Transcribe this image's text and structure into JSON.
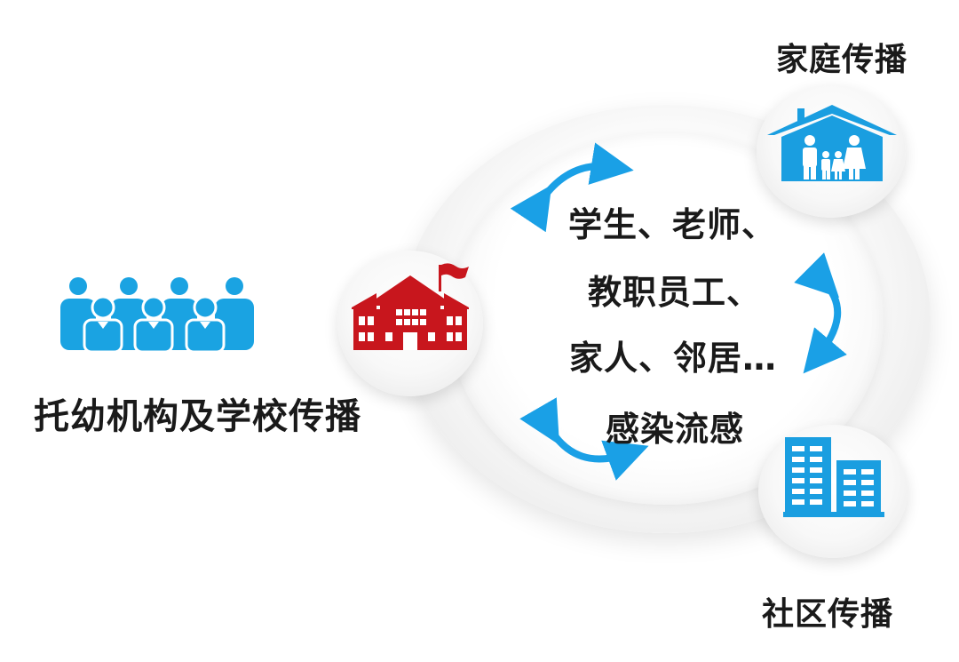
{
  "labels": {
    "left": "托幼机构及学校传播",
    "family": "家庭传播",
    "community": "社区传播"
  },
  "center_text": {
    "line1": "学生、老师、",
    "line2": "教职员工、",
    "line3": "家人、邻居…",
    "line4": "感染流感"
  },
  "colors": {
    "people_blue": "#1aa3e2",
    "icon_blue": "#1a9ee0",
    "arrow_blue": "#1aa0e6",
    "school_red": "#c8161d",
    "text": "#1a1a1a"
  },
  "icons": {
    "people_group": "people-group-icon",
    "school": "school-icon",
    "house": "family-house-icon",
    "buildings": "apartment-buildings-icon",
    "arrows": "circular-arrow-icon"
  }
}
